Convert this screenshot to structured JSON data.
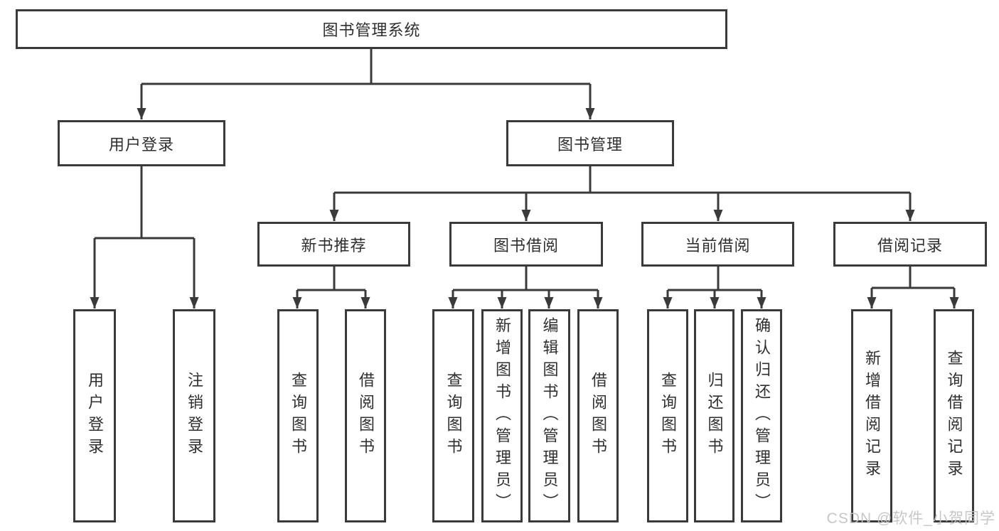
{
  "diagram": {
    "root": "图书管理系统",
    "level2": {
      "user_login": "用户登录",
      "book_mgmt": "图书管理"
    },
    "level3": {
      "new_books": "新书推荐",
      "book_borrow": "图书借阅",
      "current_borrow": "当前借阅",
      "borrow_records": "借阅记录"
    },
    "leaves": {
      "user_login_leaf": "用户登录",
      "logout": "注销登录",
      "nb_query": "查询图书",
      "nb_borrow": "借阅图书",
      "bb_query": "查询图书",
      "bb_add": "新增图书（管理员）",
      "bb_edit": "编辑图书（管理员）",
      "bb_borrow": "借阅图书",
      "cb_query": "查询图书",
      "cb_return": "归还图书",
      "cb_confirm": "确认归还（管理员）",
      "br_add": "新增借阅记录",
      "br_query": "查询借阅记录"
    }
  },
  "watermark": "CSDN @软件_小贺同学",
  "colors": {
    "line": "#3a3a3a",
    "text": "#2f2f2f",
    "background": "#ffffff",
    "watermark": "#c3c3c3"
  }
}
